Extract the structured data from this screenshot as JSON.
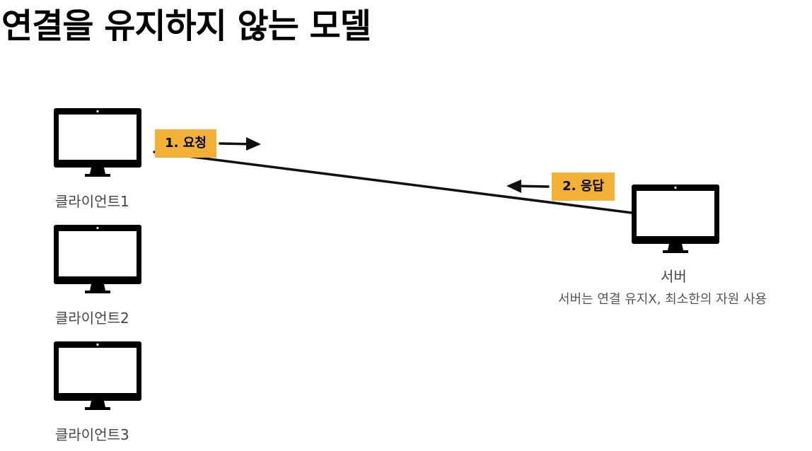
{
  "title": "연결을 유지하지 않는 모델",
  "clients": [
    {
      "label": "클라이언트1"
    },
    {
      "label": "클라이언트2"
    },
    {
      "label": "클라이언트3"
    }
  ],
  "server": {
    "label": "서버",
    "note": "서버는 연결 유지X, 최소한의 자원 사용"
  },
  "messages": {
    "request": "1. 요청",
    "response": "2. 응답"
  },
  "colors": {
    "tag": "#f2b135",
    "monitor": "#000000"
  },
  "icons": {
    "client": "monitor-icon",
    "server": "monitor-icon",
    "request_arrow": "arrow-right-icon",
    "response_arrow": "arrow-left-icon"
  }
}
